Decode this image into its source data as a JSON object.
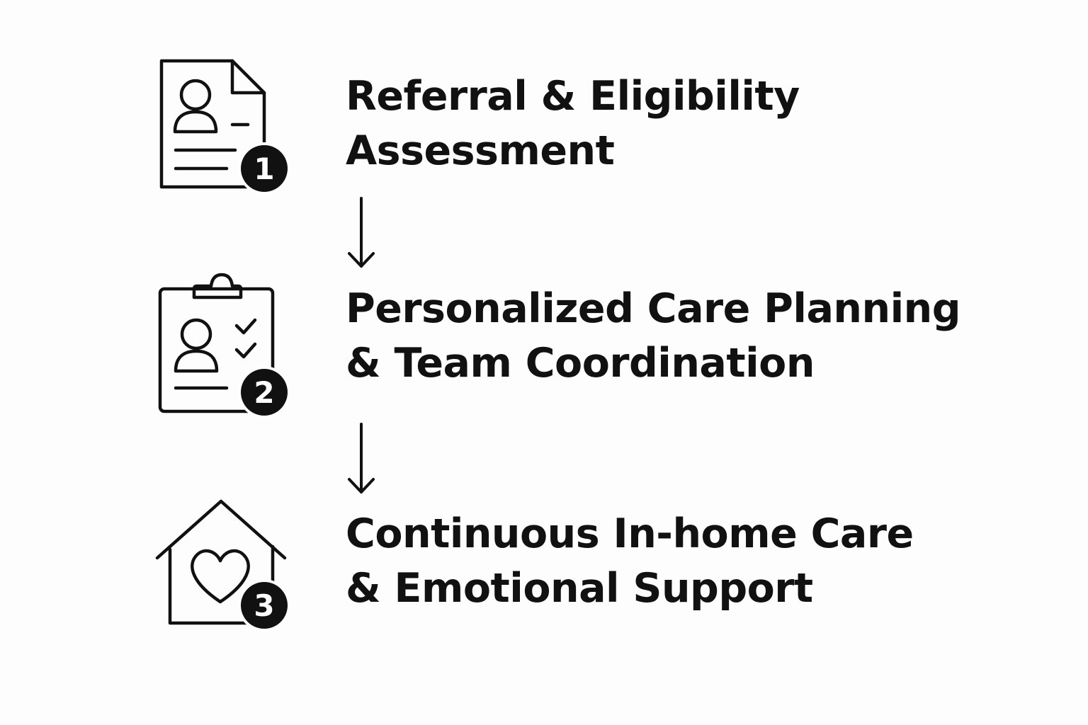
{
  "colors": {
    "background": "#fdfdfd",
    "ink": "#111111",
    "badge_text": "#ffffff"
  },
  "steps": [
    {
      "number": "1",
      "icon": "profile-document-icon",
      "line1": "Referral & Eligibility",
      "line2": "Assessment"
    },
    {
      "number": "2",
      "icon": "clipboard-checklist-icon",
      "line1": "Personalized Care Planning",
      "line2": "& Team Coordination"
    },
    {
      "number": "3",
      "icon": "house-heart-icon",
      "line1": "Continuous In-home Care",
      "line2": "& Emotional Support"
    }
  ]
}
